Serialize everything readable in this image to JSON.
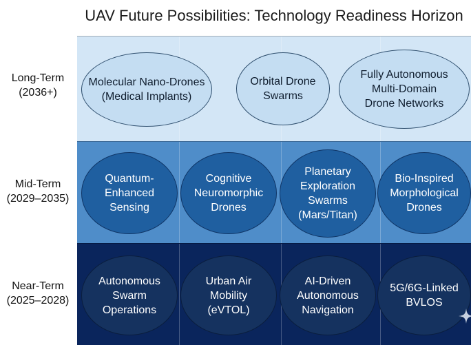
{
  "title": "UAV Future Possibilities: Technology Readiness Horizon",
  "rows": [
    {
      "label_lines": [
        "Long-Term",
        "(2036+)"
      ],
      "items": [
        {
          "lines": [
            "Molecular Nano-Drones",
            "(Medical Implants)"
          ]
        },
        {
          "lines": [
            "Orbital Drone",
            "Swarms"
          ]
        },
        {
          "lines": [
            "Fully Autonomous",
            "Multi-Domain",
            "Drone Networks"
          ]
        }
      ]
    },
    {
      "label_lines": [
        "Mid-Term",
        "(2029–2035)"
      ],
      "items": [
        {
          "lines": [
            "Quantum-",
            "Enhanced",
            "Sensing"
          ]
        },
        {
          "lines": [
            "Cognitive",
            "Neuromorphic",
            "Drones"
          ]
        },
        {
          "lines": [
            "Planetary",
            "Exploration",
            "Swarms",
            "(Mars/Titan)"
          ]
        },
        {
          "lines": [
            "Bio-Inspired",
            "Morphological",
            "Drones"
          ]
        }
      ]
    },
    {
      "label_lines": [
        "Near-Term",
        "(2025–2028)"
      ],
      "items": [
        {
          "lines": [
            "Autonomous",
            "Swarm",
            "Operations"
          ]
        },
        {
          "lines": [
            "Urban Air",
            "Mobility",
            "(eVTOL)"
          ]
        },
        {
          "lines": [
            "AI-Driven",
            "Autonomous",
            "Navigation"
          ]
        },
        {
          "lines": [
            "5G/6G-Linked",
            "BVLOS"
          ]
        }
      ]
    }
  ],
  "colors": {
    "long_band": "#d3e6f6",
    "mid_band": "#4f8dc9",
    "near_band": "#0a255c"
  },
  "icons": {
    "corner": "sparkle-icon"
  }
}
